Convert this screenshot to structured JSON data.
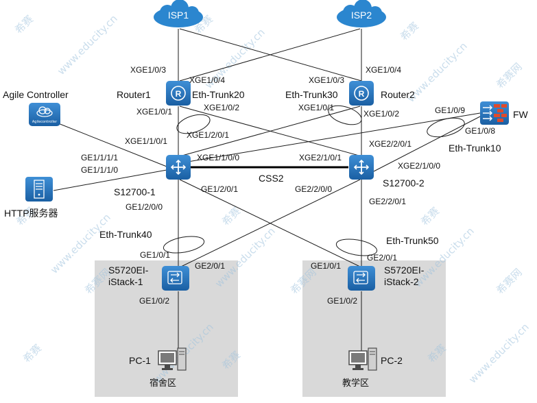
{
  "clouds": [
    {
      "id": "isp1",
      "label": "ISP1"
    },
    {
      "id": "isp2",
      "label": "ISP2"
    }
  ],
  "devices": {
    "router1": "Router1",
    "router2": "Router2",
    "s12700_1": "S12700-1",
    "s12700_2": "S12700-2",
    "fw": "FW",
    "agile": "Agile Controller",
    "agile_icon_text": "Agilecontroller",
    "http": "HTTP服务器",
    "stack1_line1": "S5720EI-",
    "stack1_line2": "iStack-1",
    "stack2_line1": "S5720EI-",
    "stack2_line2": "iStack-2",
    "pc1": "PC-1",
    "pc2": "PC-2"
  },
  "areas": {
    "dorm": "宿舍区",
    "teach": "教学区"
  },
  "ports": {
    "r1_xge103": "XGE1/0/3",
    "r1_xge104": "XGE1/0/4",
    "r2_xge103": "XGE1/0/3",
    "r2_xge104": "XGE1/0/4",
    "r1_trunk": "Eth-Trunk20",
    "r2_trunk": "Eth-Trunk30",
    "r1_xge101": "XGE1/0/1",
    "r1_xge102": "XGE1/0/2",
    "r2_xge101": "XGE1/0/1",
    "r2_xge102": "XGE1/0/2",
    "s1_xge1101": "XGE1/1/0/1",
    "s1_xge1201": "XGE1/2/0/1",
    "s2_xge2201": "XGE2/2/0/1",
    "fw_ge109": "GE1/0/9",
    "fw_ge108": "GE1/0/8",
    "fw_trunk": "Eth-Trunk10",
    "s1_ge1111": "GE1/1/1/1",
    "s1_ge1110": "GE1/1/1/0",
    "s1_xge1100": "XGE1/1/0/0",
    "s2_xge2101": "XGE2/1/0/1",
    "s2_xge2100": "XGE2/1/0/0",
    "css": "CSS2",
    "s1_ge1201": "GE1/2/0/1",
    "s2_ge2200": "GE2/2/0/0",
    "s1_ge1200": "GE1/2/0/0",
    "s2_ge2201": "GE2/2/0/1",
    "trunk40": "Eth-Trunk40",
    "trunk50": "Eth-Trunk50",
    "st1_ge101": "GE1/0/1",
    "st1_ge201": "GE2/0/1",
    "st1_ge102": "GE1/0/2",
    "st2_ge101": "GE1/0/1",
    "st2_ge201": "GE2/0/1",
    "st2_ge102": "GE1/0/2"
  },
  "watermarks": {
    "brand_cn": "希赛",
    "domain": "www.educity.cn",
    "brand_net": "希赛网"
  },
  "colors": {
    "device_blue": "#1f6fb7",
    "cloud_blue": "#2b86cf",
    "area_gray": "#d9d9d9",
    "fw_red": "#e04a2a"
  }
}
